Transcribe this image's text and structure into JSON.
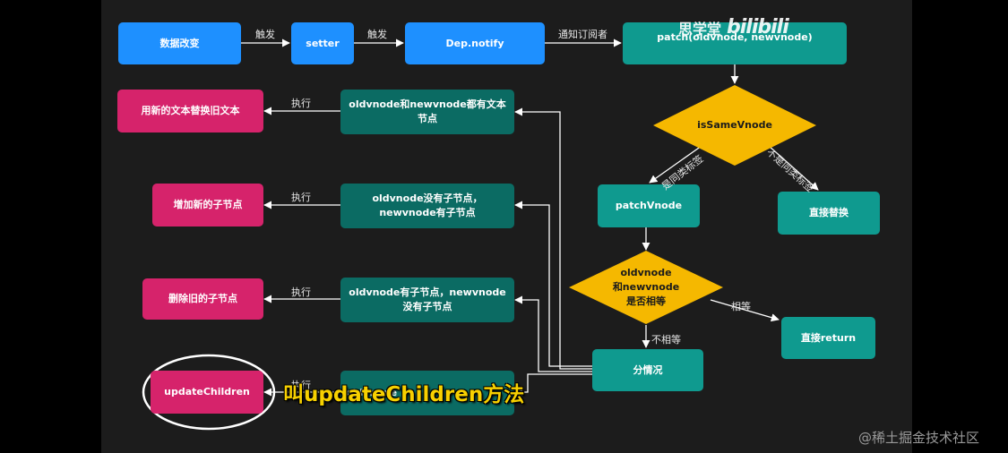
{
  "watermark": {
    "brand": "思学堂",
    "logo_text": "bilibili"
  },
  "nodes": {
    "data_change": "数据改变",
    "setter": "setter",
    "dep_notify": "Dep.notify",
    "patch": "patch(oldvnode, newvnode)",
    "is_same_vnode": "isSameVnode",
    "patch_vnode": "patchVnode",
    "replace_direct": "直接替换",
    "old_new_equal": [
      "oldvnode",
      "和newvnode",
      "是否相等"
    ],
    "return_direct": "直接return",
    "case_split": "分情况",
    "both_text": "oldvnode和newvnode都有文本节点",
    "old_no_children": "oldvnode没有子节点，newvnode有子节点",
    "old_has_children": "oldvnode有子节点，newvnode没有子节点",
    "both_children_partial": "oldvnode",
    "replace_text": "用新的文本替换旧文本",
    "add_children": "增加新的子节点",
    "remove_children": "删除旧的子节点",
    "update_children": "updateChildren"
  },
  "edges": {
    "trigger1": "触发",
    "trigger2": "触发",
    "notify_subscribers": "通知订阅者",
    "same_tag": "是同类标签",
    "not_same_tag": "不是同类标签",
    "equal": "相等",
    "not_equal": "不相等",
    "exec1": "执行",
    "exec2": "执行",
    "exec3": "执行",
    "exec4": "执行"
  },
  "overlay": {
    "subtitle": "叫updateChildren方法",
    "credit": "@稀土掘金技术社区"
  },
  "colors": {
    "blue": "#1e90ff",
    "teal": "#0f9a8f",
    "dark_teal": "#0b6b63",
    "pink": "#d6236b",
    "diamond": "#f5b800",
    "subtitle": "#f7d000"
  }
}
